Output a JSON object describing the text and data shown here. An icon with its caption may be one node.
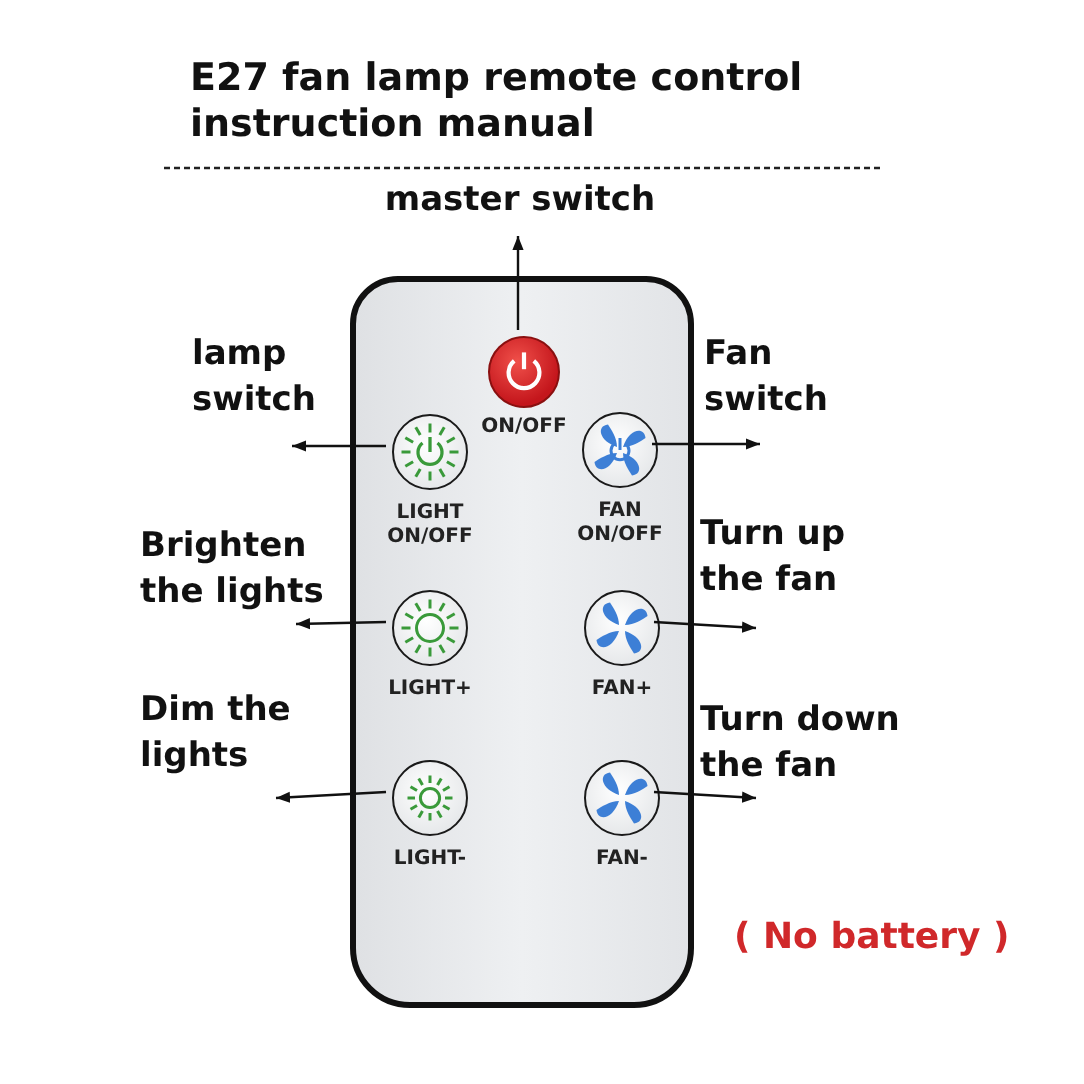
{
  "diagram": {
    "title": "E27 fan lamp remote control instruction manual",
    "nodes": [
      {
        "text": [],
        "shape": "box"
      },
      {
        "text": [
          "ON/OFF"
        ],
        "in": 0
      },
      {
        "text": [
          "LIGHT ON/OFF"
        ],
        "in": 0
      },
      {
        "text": [
          "FAN ON/OFF"
        ],
        "in": 0
      },
      {
        "text": [
          "LIGHT+"
        ],
        "in": 0
      },
      {
        "text": [
          "FAN+"
        ],
        "in": 0
      },
      {
        "text": [
          "LIGHT-"
        ],
        "in": 0
      },
      {
        "text": [
          "FAN-"
        ],
        "in": 0
      },
      {
        "text": [
          "master switch"
        ]
      },
      {
        "text": [
          "lamp switch"
        ]
      },
      {
        "text": [
          "Fan switch"
        ]
      },
      {
        "text": [
          "Brighten the lights"
        ]
      },
      {
        "text": [
          "Turn up the fan"
        ]
      },
      {
        "text": [
          "Dim the lights"
        ]
      },
      {
        "text": [
          "Turn down the fan"
        ]
      }
    ],
    "edges": [
      {
        "from": 1,
        "to": 8,
        "arrow": "to"
      },
      {
        "from": 2,
        "to": 9,
        "arrow": "to"
      },
      {
        "from": 3,
        "to": 10,
        "arrow": "to"
      },
      {
        "from": 4,
        "to": 11,
        "arrow": "to"
      },
      {
        "from": 5,
        "to": 12,
        "arrow": "to"
      },
      {
        "from": 6,
        "to": 13,
        "arrow": "to"
      },
      {
        "from": 7,
        "to": 14,
        "arrow": "to"
      }
    ],
    "labels": [
      "( No battery )"
    ]
  }
}
